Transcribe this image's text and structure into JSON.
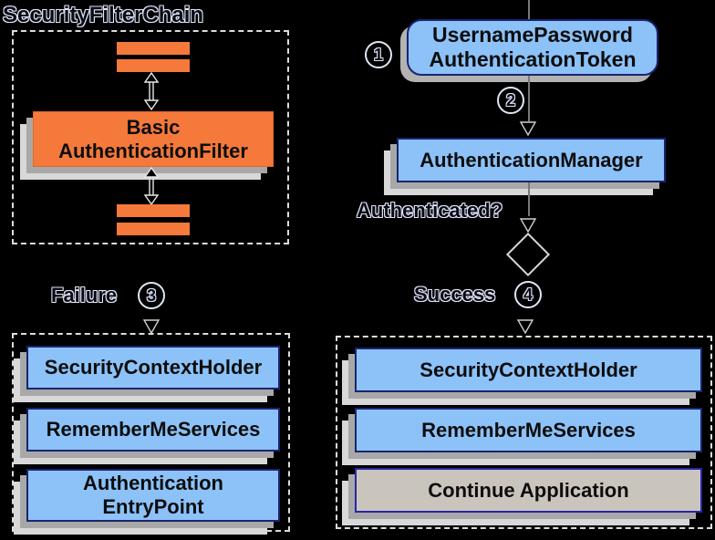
{
  "title": "SecurityFilterChain",
  "filter_chain": {
    "basic_filter": {
      "line1": "Basic",
      "line2": "AuthenticationFilter"
    }
  },
  "flow": {
    "steps": {
      "s1": "1",
      "s2": "2",
      "s3": "3",
      "s4": "4"
    },
    "token": {
      "line1": "UsernamePassword",
      "line2": "AuthenticationToken"
    },
    "manager": "AuthenticationManager",
    "authenticated": "Authenticated?",
    "failure": "Failure",
    "success": "Success"
  },
  "failure_branch": {
    "box1": "SecurityContextHolder",
    "box2": "RememberMeServices",
    "box3_line1": "Authentication",
    "box3_line2": "EntryPoint"
  },
  "success_branch": {
    "box1": "SecurityContextHolder",
    "box2": "RememberMeServices",
    "box3": "Continue Application"
  },
  "colors": {
    "background": "#000000",
    "box_blue": "#8cc2f8",
    "box_orange": "#f4793b",
    "box_gray": "#c9c5bd",
    "shadow_mid": "#a8a8a8",
    "shadow_light": "#d8d8d8",
    "outline_text": "#dfe6f7"
  }
}
